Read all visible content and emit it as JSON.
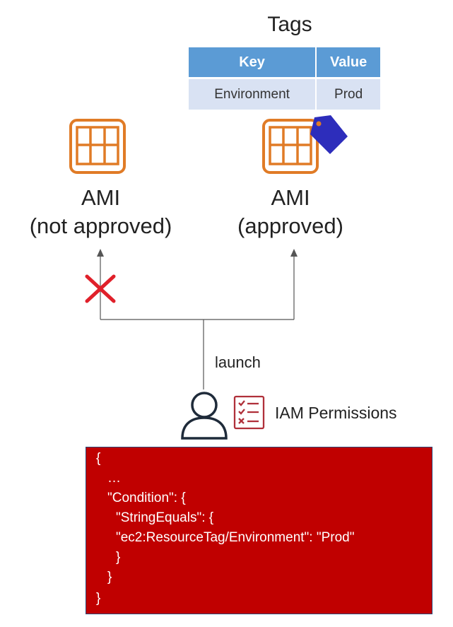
{
  "tags": {
    "title": "Tags",
    "headers": [
      "Key",
      "Value"
    ],
    "row": [
      "Environment",
      "Prod"
    ]
  },
  "ami_left": {
    "line1": "AMI",
    "line2": "(not approved)"
  },
  "ami_right": {
    "line1": "AMI",
    "line2": "(approved)"
  },
  "launch_label": "launch",
  "iam_label": "IAM Permissions",
  "policy_lines": [
    "{",
    "   …",
    "   \"Condition\": {",
    "      \"StringEquals\": {",
    "      \"ec2:ResourceTag/Environment\": \"Prod\"",
    "      }",
    "   }",
    "}"
  ],
  "colors": {
    "ami_icon": "#e07b26",
    "tag_icon": "#2d2dbb",
    "table_header": "#5b9bd5",
    "table_cell": "#d9e2f3",
    "deny_mark": "#e0202a",
    "policy_box": "#c00000",
    "checklist_icon": "#b0303a"
  }
}
